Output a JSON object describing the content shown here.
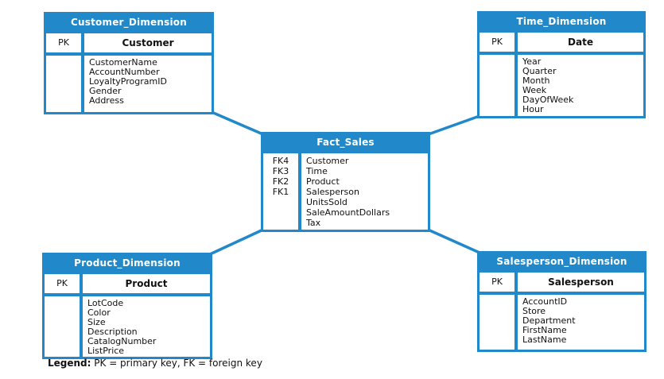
{
  "diagram": {
    "colors": {
      "accent": "#2189ca",
      "header_text": "#ffffff",
      "body_text": "#111111",
      "background": "#ffffff"
    },
    "tables": {
      "customer": {
        "title": "Customer_Dimension",
        "key_label": "PK",
        "key_name": "Customer",
        "attributes": [
          "CustomerName",
          "AccountNumber",
          "LoyaltyProgramID",
          "Gender",
          "Address"
        ]
      },
      "time": {
        "title": "Time_Dimension",
        "key_label": "PK",
        "key_name": "Date",
        "attributes": [
          "Year",
          "Quarter",
          "Month",
          "Week",
          "DayOfWeek",
          "Hour"
        ]
      },
      "fact": {
        "title": "Fact_Sales",
        "key_labels": [
          "FK4",
          "FK3",
          "FK2",
          "FK1"
        ],
        "attributes": [
          "Customer",
          "Time",
          "Product",
          "Salesperson",
          "UnitsSold",
          "SaleAmountDollars",
          "Tax"
        ]
      },
      "product": {
        "title": "Product_Dimension",
        "key_label": "PK",
        "key_name": "Product",
        "attributes": [
          "LotCode",
          "Color",
          "Size",
          "Description",
          "CatalogNumber",
          "ListPrice"
        ]
      },
      "salesperson": {
        "title": "Salesperson_Dimension",
        "key_label": "PK",
        "key_name": "Salesperson",
        "attributes": [
          "AccountID",
          "Store",
          "Department",
          "FirstName",
          "LastName"
        ]
      }
    },
    "legend": {
      "label": "Legend:",
      "text": " PK = primary key, FK = foreign key"
    }
  }
}
